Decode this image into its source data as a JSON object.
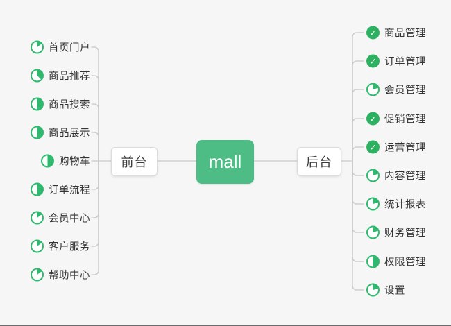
{
  "canvas": {
    "background": "#f6f6f7"
  },
  "colors": {
    "root_green": "#4dbd85",
    "done_green": "#2db05f",
    "pie_green": "#2fb96e",
    "line_gray": "#c8c8c8",
    "text_dark": "#333333"
  },
  "icons": {
    "check_glyph": "✓"
  },
  "root": {
    "label": "mall"
  },
  "branches": [
    {
      "label": "前台",
      "side": "left",
      "items": [
        {
          "label": "首页门户",
          "progress": 0.15
        },
        {
          "label": "商品推荐",
          "progress": 0.375
        },
        {
          "label": "商品搜索",
          "progress": 0.5
        },
        {
          "label": "商品展示",
          "progress": 0.5
        },
        {
          "label": "购物车",
          "progress": 0.5
        },
        {
          "label": "订单流程",
          "progress": 0.5
        },
        {
          "label": "会员中心",
          "progress": 0.15
        },
        {
          "label": "客户服务",
          "progress": 0.15
        },
        {
          "label": "帮助中心",
          "progress": 0.15
        }
      ]
    },
    {
      "label": "后台",
      "side": "right",
      "items": [
        {
          "label": "商品管理",
          "progress": "done"
        },
        {
          "label": "订单管理",
          "progress": "done"
        },
        {
          "label": "会员管理",
          "progress": 0.2
        },
        {
          "label": "促销管理",
          "progress": "done"
        },
        {
          "label": "运营管理",
          "progress": "done"
        },
        {
          "label": "内容管理",
          "progress": 0.2
        },
        {
          "label": "统计报表",
          "progress": 0.2
        },
        {
          "label": "财务管理",
          "progress": 0.2
        },
        {
          "label": "权限管理",
          "progress": 0.5
        },
        {
          "label": "设置",
          "progress": 0.2
        }
      ]
    }
  ]
}
